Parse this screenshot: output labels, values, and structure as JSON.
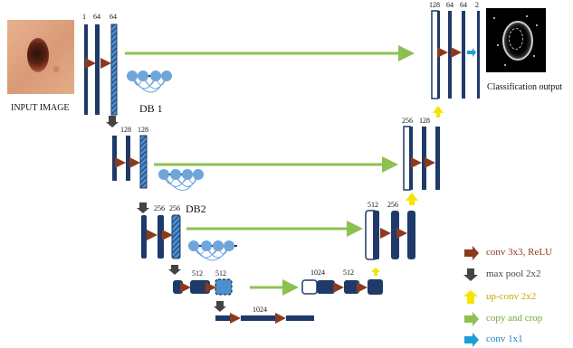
{
  "input_label": "INPUT IMAGE",
  "output_label": "Classification output",
  "dense_blocks": [
    "DB 1",
    "DB2"
  ],
  "channels": {
    "enc1": [
      "1",
      "64",
      "64"
    ],
    "enc2": [
      "128",
      "128"
    ],
    "enc3": [
      "256",
      "256"
    ],
    "enc4": [
      "512",
      "512"
    ],
    "bottleneck": "1024",
    "dec4": [
      "1024",
      "512"
    ],
    "dec4_up": "512",
    "dec3": [
      "256"
    ],
    "dec3_up": "256",
    "dec2": [
      "256",
      "128"
    ],
    "dec1": [
      "128",
      "64",
      "64",
      "2"
    ]
  },
  "legend": [
    {
      "label": "conv 3x3, ReLU",
      "color": "#8b3a1e",
      "icon": "arrow-right-icon"
    },
    {
      "label": "max pool 2x2",
      "color": "#444444",
      "icon": "arrow-down-icon"
    },
    {
      "label": "up-conv 2x2",
      "color": "#f5e400",
      "icon": "arrow-up-icon"
    },
    {
      "label": "copy and crop",
      "color": "#8cc152",
      "icon": "arrow-right-icon"
    },
    {
      "label": "conv 1x1",
      "color": "#1e9ed8",
      "icon": "arrow-right-icon"
    }
  ],
  "colors": {
    "block": "#1f3a68",
    "block_edge": "#162c52",
    "conv_arrow": "#8b3a1e",
    "pool_arrow": "#444444",
    "upconv_arrow": "#f5e400",
    "copy_arrow": "#8cc152",
    "conv1x1_arrow": "#1e9ed8",
    "dense_node": "#6ea6dc"
  }
}
